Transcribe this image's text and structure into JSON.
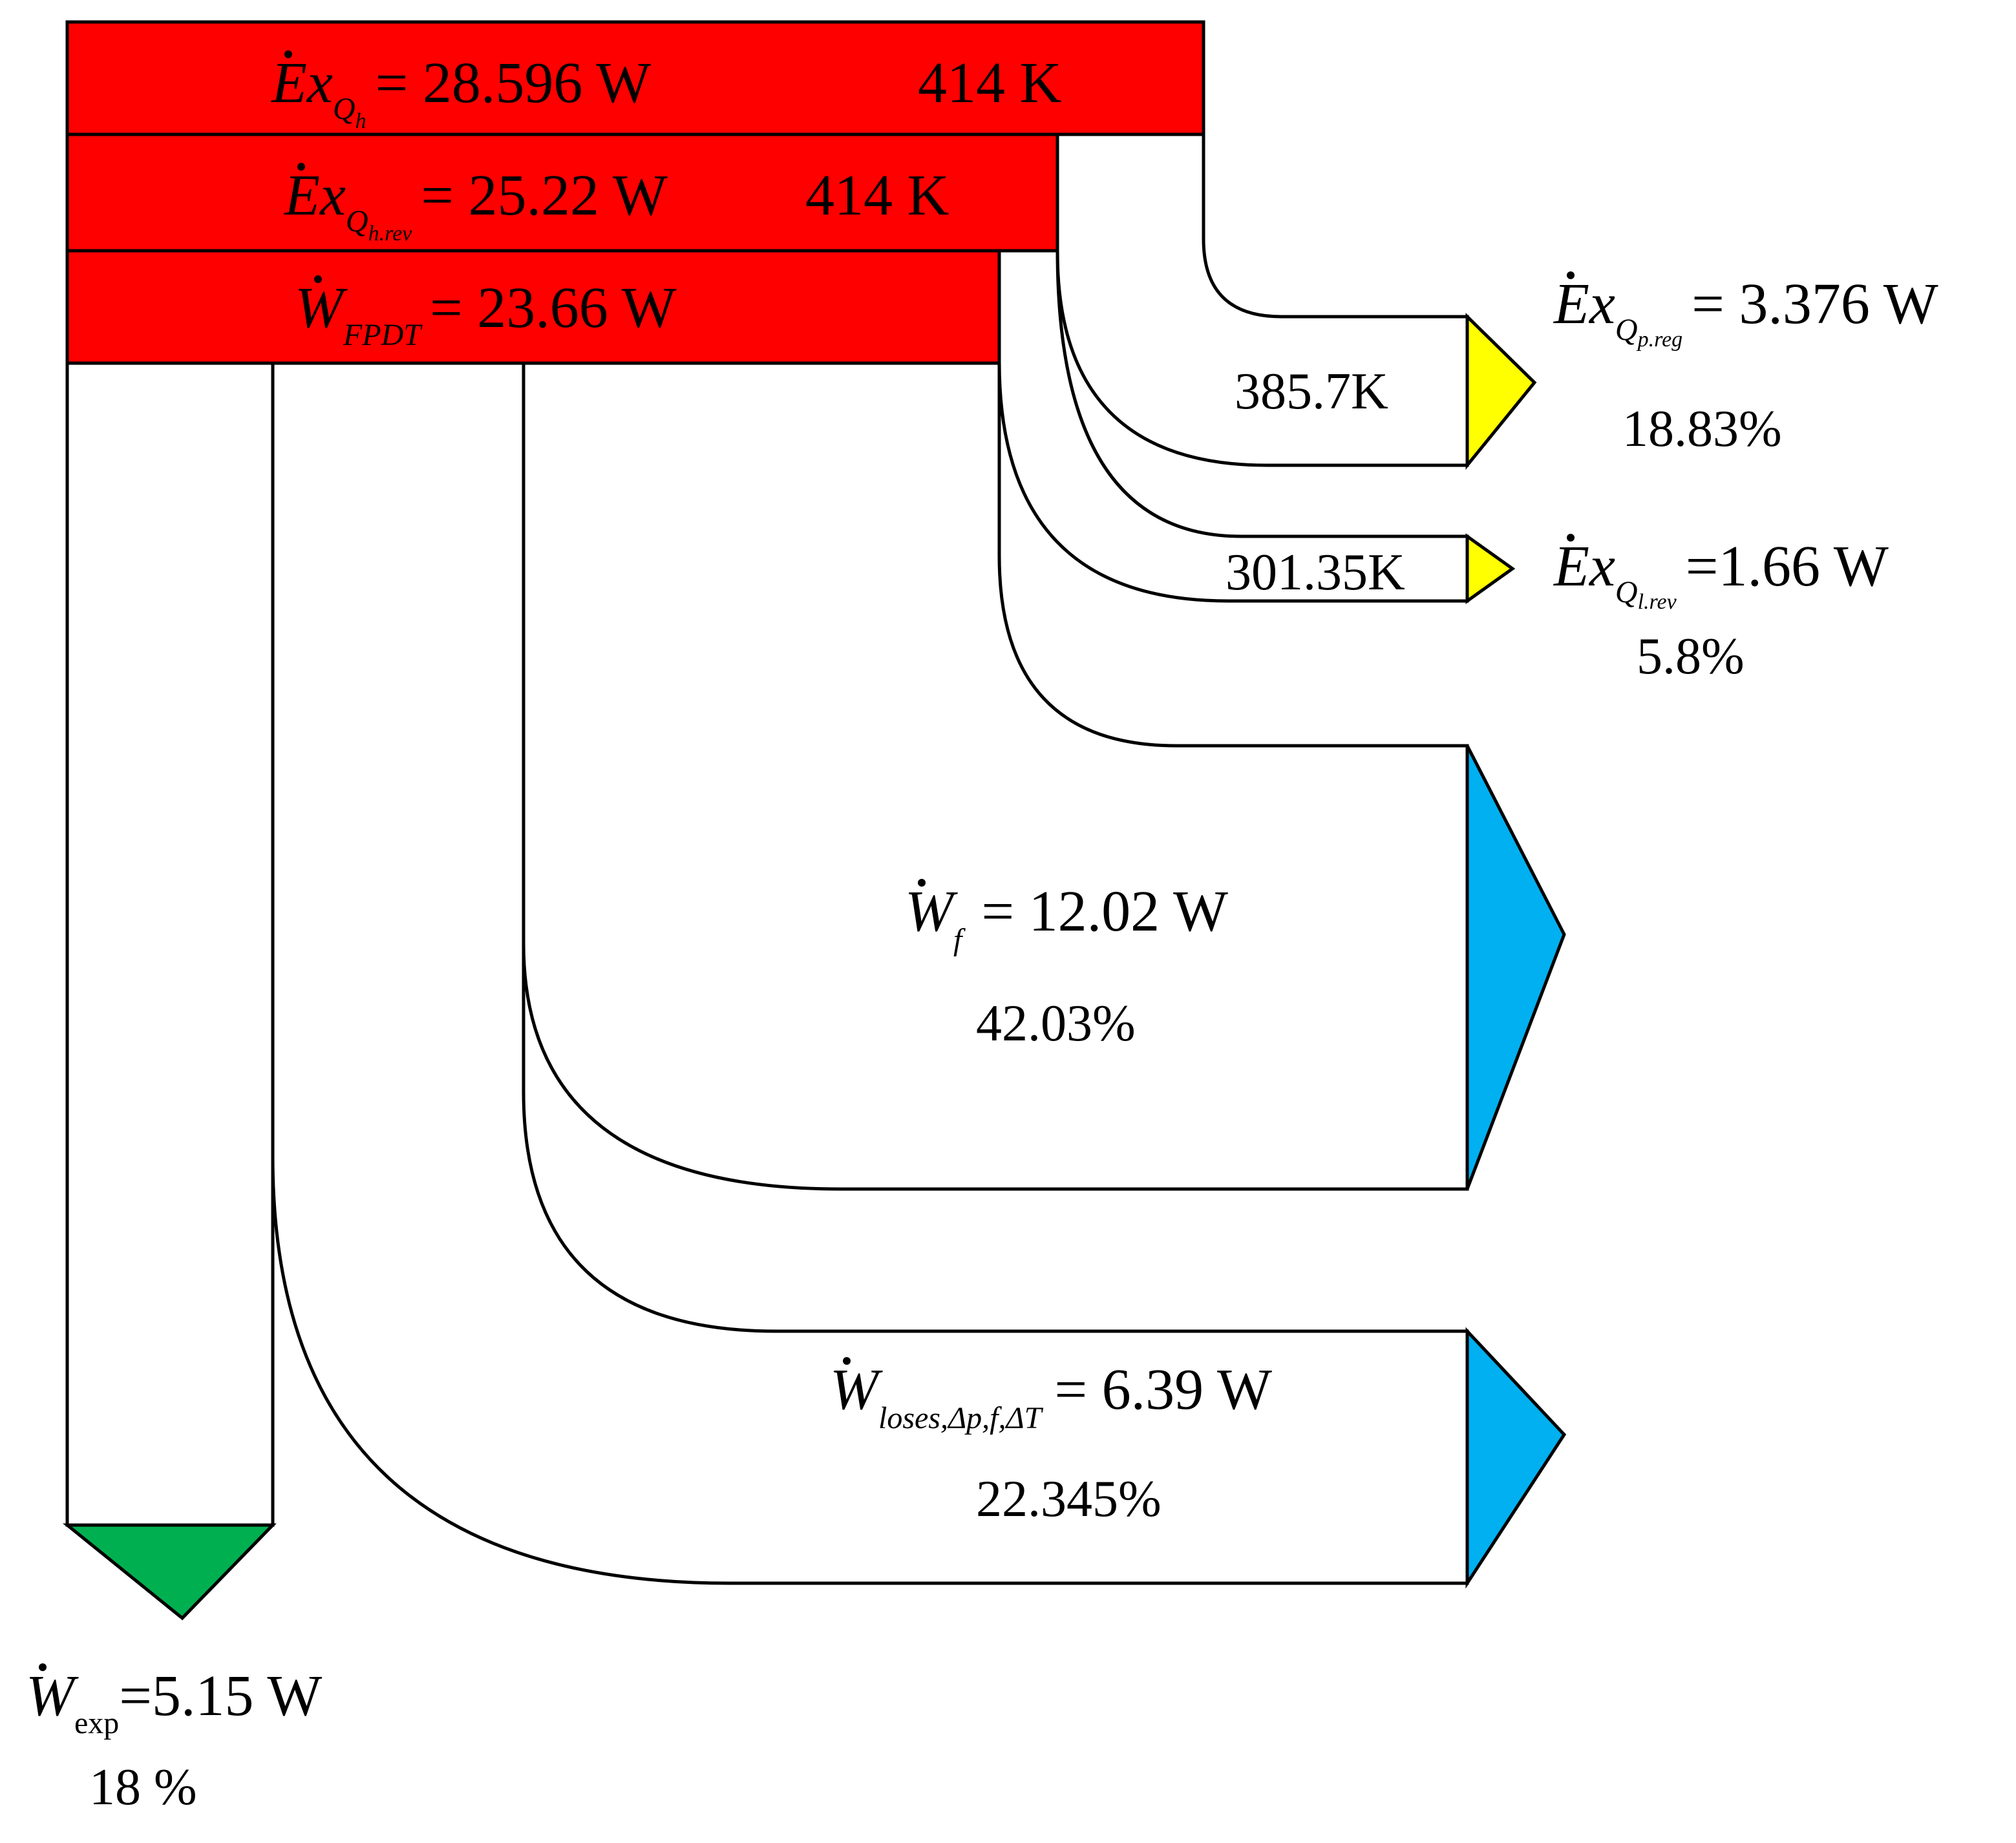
{
  "bars": {
    "heat_input": {
      "symbol": "Ex",
      "subscript": "Q",
      "subscript2": "h",
      "eq": "= 28.596 W",
      "temp": "414 K"
    },
    "heat_rev": {
      "symbol": "Ex",
      "subscript": "Q",
      "subscript2": "h.rev",
      "eq": "= 25.22 W",
      "temp": "414 K"
    },
    "fpdt_work": {
      "symbol": "W",
      "subscript": "FPDT",
      "eq": "= 23.66 W"
    }
  },
  "outputs": {
    "regenerator": {
      "symbol": "Ex",
      "subscript": "Q",
      "subscript2": "p.reg",
      "eq": "= 3.376 W",
      "percent": "18.83%",
      "temp": "385.7K"
    },
    "cold": {
      "symbol": "Ex",
      "subscript": "Q",
      "subscript2": "l.rev",
      "eq": "=1.66 W",
      "percent": "5.8%",
      "temp": "301.35K"
    },
    "friction": {
      "symbol": "W",
      "subscript": "f",
      "eq": "= 12.02 W",
      "percent": "42.03%"
    },
    "losses": {
      "symbol": "W",
      "subscript": "loses,Δp,f,ΔT",
      "eq": "= 6.39 W",
      "percent": "22.345%"
    },
    "expansion": {
      "symbol": "W",
      "subscript": "exp",
      "eq": "=5.15 W",
      "percent": "18  %"
    }
  },
  "colors": {
    "input": "#ff0000",
    "heat_output": "#ffff00",
    "loss_output": "#00b0f0",
    "work_output": "#00b050"
  }
}
